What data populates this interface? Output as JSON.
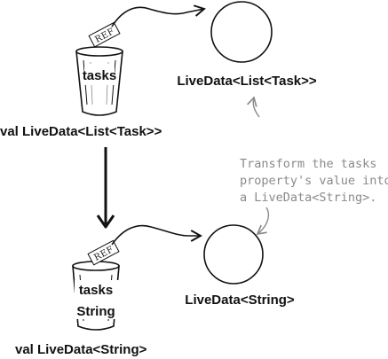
{
  "top": {
    "glass_label": "tasks",
    "ref_label": "REF",
    "var_label": "val LiveData<List<Task>>",
    "object_label": "LiveData<List<Task>>"
  },
  "bottom": {
    "glass_label_line1": "tasks",
    "glass_label_line2": "String",
    "ref_label": "REF",
    "var_label": "val LiveData<String>",
    "object_label": "LiveData<String>"
  },
  "annotation": {
    "lines": [
      "Transform the tasks",
      "property's value into",
      "a LiveData<String>."
    ]
  },
  "colors": {
    "ink": "#111111",
    "annotation": "#8a8a8a"
  }
}
